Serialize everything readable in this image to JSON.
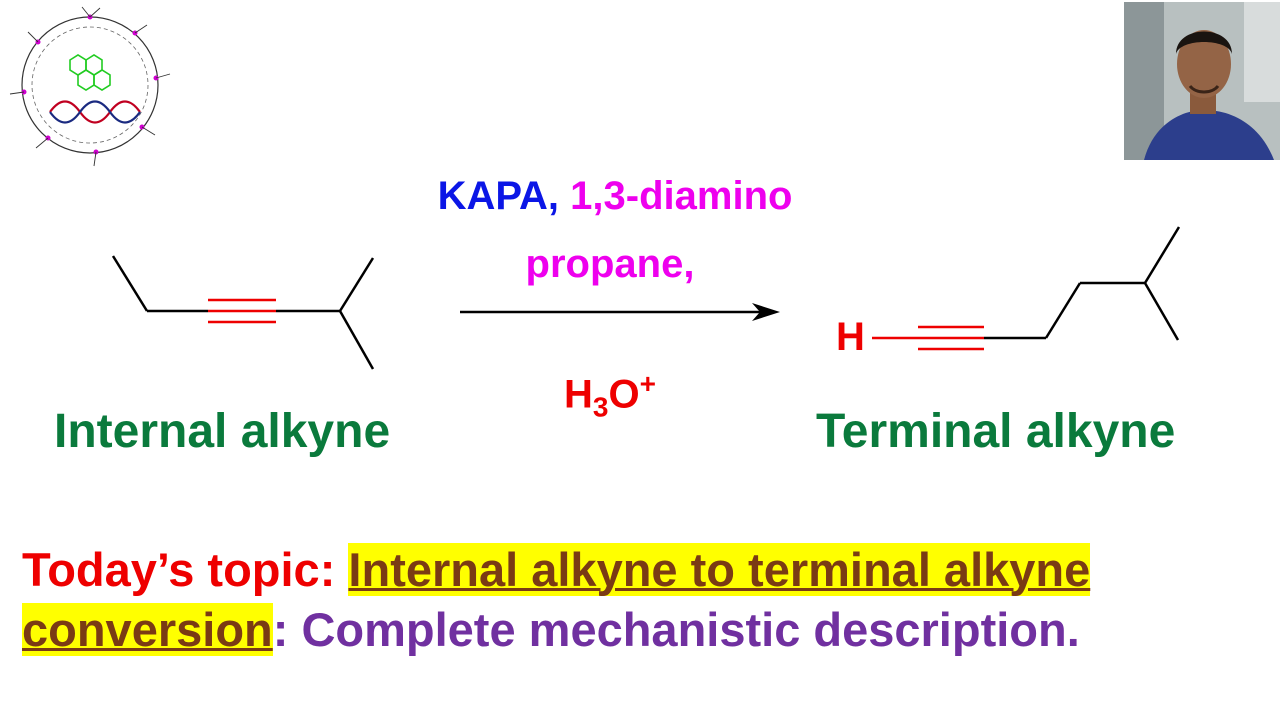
{
  "reagents": {
    "kapa": "KAPA,",
    "diamine_line1": "1,3-diamino",
    "diamine_line2": "propane,",
    "h": "H",
    "three": "3",
    "o": "O",
    "plus": "+"
  },
  "scheme": {
    "left_label": "Internal alkyne",
    "right_label": "Terminal alkyne",
    "terminal_h": "H"
  },
  "caption": {
    "prefix": "Today’s topic:",
    "highlight_1": "Internal alkyne to terminal alkyne",
    "highlight_2": "conversion",
    "suffix": ": Complete mechanistic description."
  },
  "colors": {
    "kapa": "#0b16e6",
    "diamine": "#ee00ee",
    "acid": "#ee0000",
    "labels": "#0a7a3c",
    "topic": "#ee0000",
    "highlight_bg": "#ffff00",
    "highlight_text": "#7a3b14",
    "description": "#7030a0"
  },
  "icons": {
    "logo": "cyclodextrin-pyrene-dna-logo",
    "photo": "presenter-avatar"
  }
}
